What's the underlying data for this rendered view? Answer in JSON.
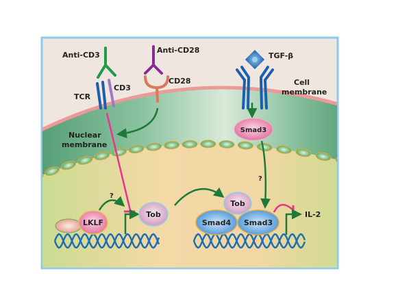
{
  "diagram": {
    "title": "TGF-beta / Tob / Smad signaling pathway in T cells",
    "labels": {
      "anti_cd3": "Anti-CD3",
      "anti_cd28": "Anti-CD28",
      "tgf_beta": "TGF-β",
      "tcr": "TCR",
      "cd3": "CD3",
      "cd28": "CD28",
      "cell_membrane_line1": "Cell",
      "cell_membrane_line2": "membrane",
      "nuclear_membrane_line1": "Nuclear",
      "nuclear_membrane_line2": "membrane",
      "smad3_cytoplasm": "Smad3",
      "question_left": "?",
      "question_right": "?",
      "lklf": "LKLF",
      "tob_left": "Tob",
      "tob_complex": "Tob",
      "smad4": "Smad4",
      "smad3_nucleus": "Smad3",
      "il2": "IL-2"
    },
    "colors": {
      "frame_border": "#8fc8ee",
      "extracellular": "#efe6df",
      "cell_membrane": "#ec9a98",
      "cytoplasm": "#6fae88",
      "nucleus": "#e7d99b",
      "activation_arrow": "#1f7a3a",
      "inhibition": "#e8338f",
      "dna": "#1f6fb2",
      "receptor_blue": "#1b5fae",
      "anti_cd3": "#1f9a4a",
      "anti_cd28": "#8a2a96",
      "cd28": "#d97a5a",
      "cd3": "#a07ac0"
    }
  }
}
